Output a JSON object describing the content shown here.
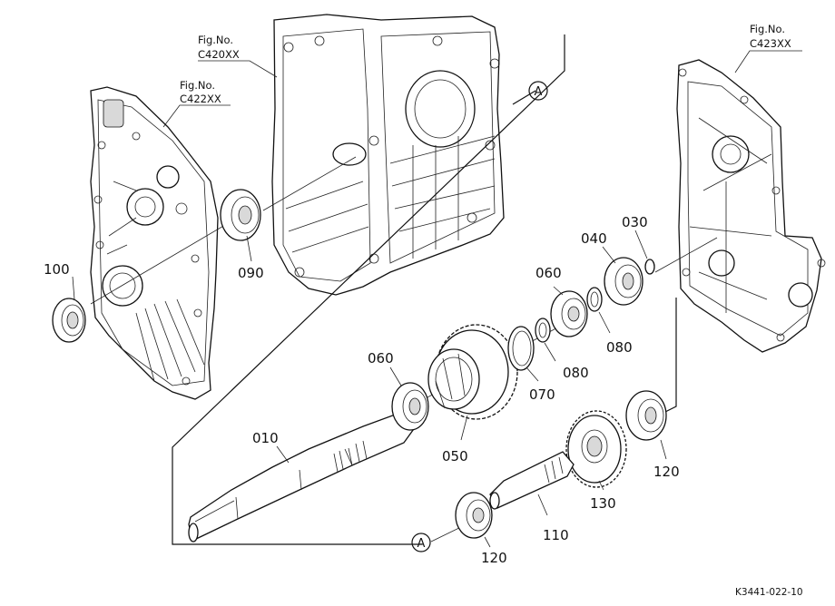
{
  "fig_refs": {
    "left_cover": {
      "line1": "Fig.No.",
      "line2": "C422XX"
    },
    "center_case": {
      "line1": "Fig.No.",
      "line2": "C420XX"
    },
    "right_cover": {
      "line1": "Fig.No.",
      "line2": "C423XX"
    }
  },
  "callout_a": "A",
  "parts": {
    "p010": "010",
    "p030": "030",
    "p040": "040",
    "p050": "050",
    "p060a": "060",
    "p060b": "060",
    "p070": "070",
    "p080a": "080",
    "p080b": "080",
    "p090": "090",
    "p100": "100",
    "p110": "110",
    "p120a": "120",
    "p120b": "120",
    "p130": "130"
  },
  "drawing_code": "K3441-022-10"
}
